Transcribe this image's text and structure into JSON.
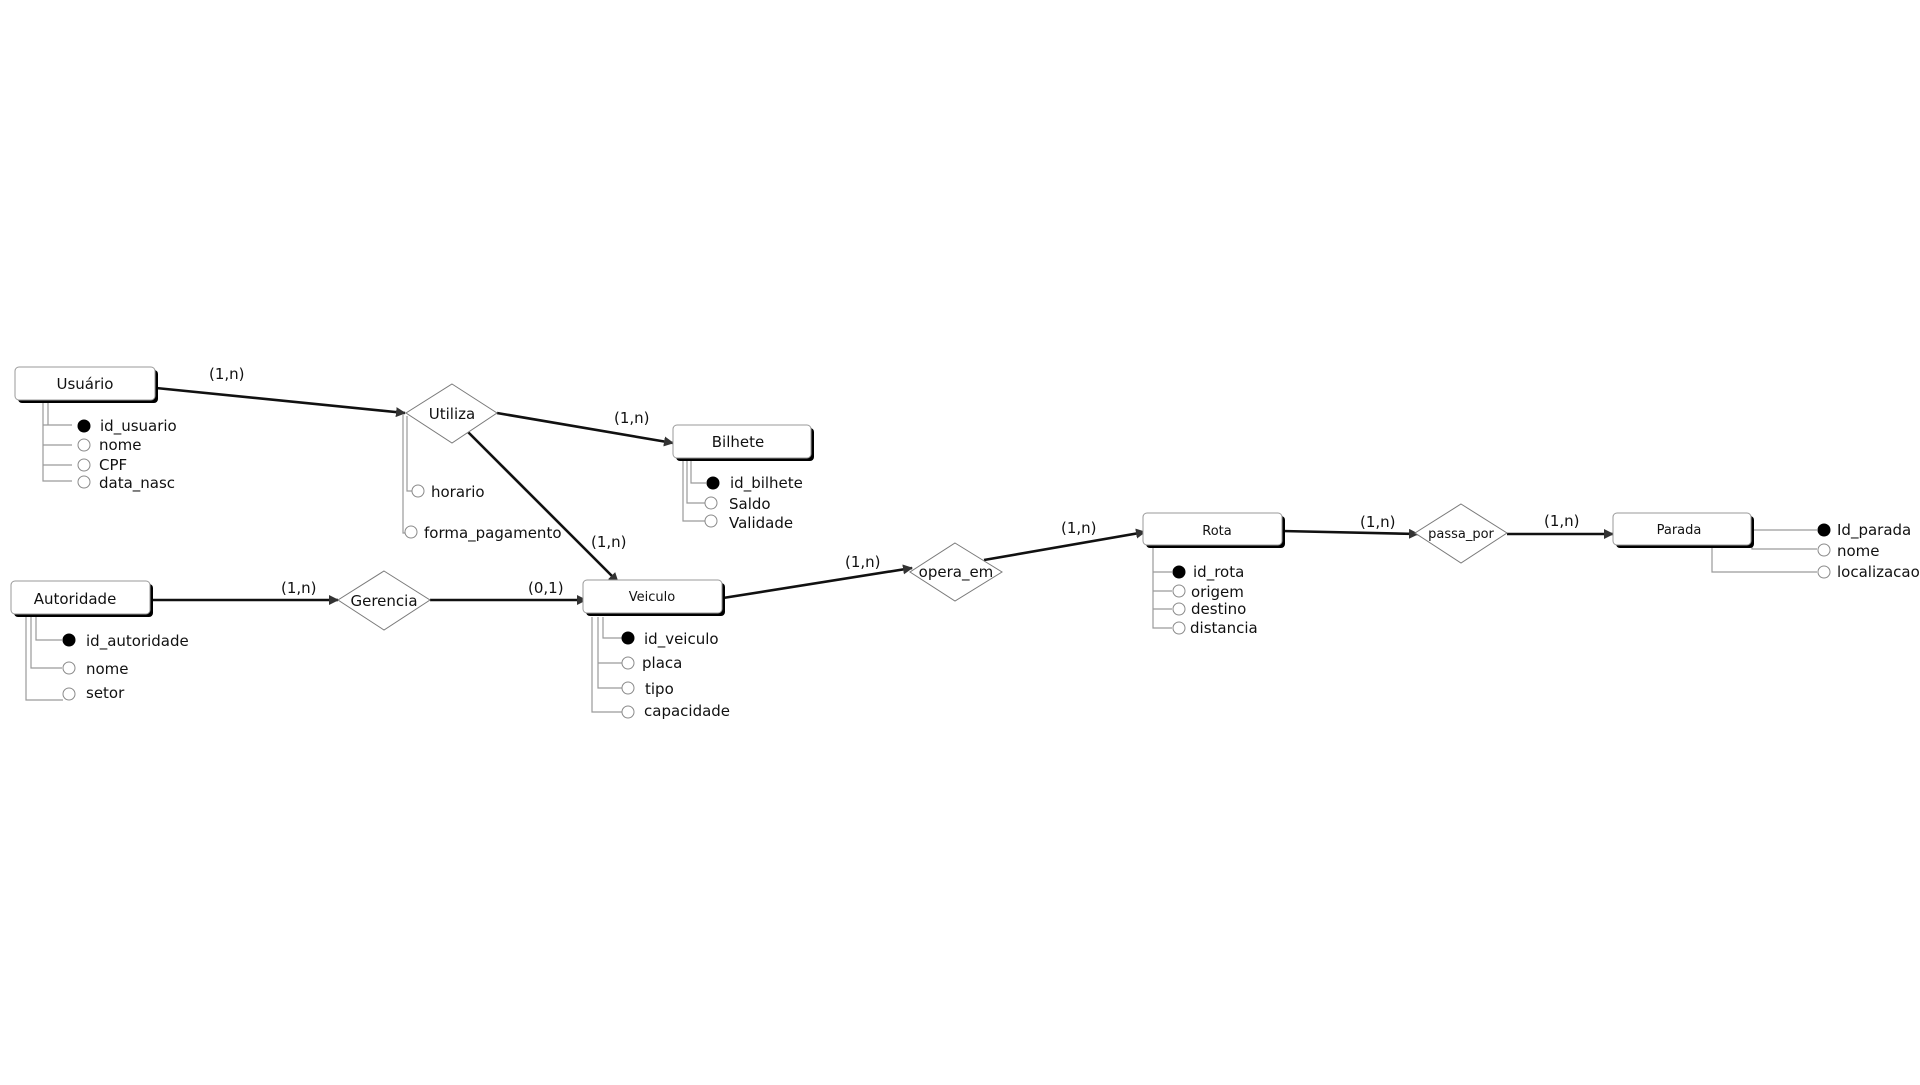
{
  "entities": {
    "usuario": "Usuário",
    "autoridade": "Autoridade",
    "bilhete": "Bilhete",
    "veiculo": "Veiculo",
    "rota": "Rota",
    "parada": "Parada"
  },
  "relationships": {
    "utiliza": "Utiliza",
    "gerencia": "Gerencia",
    "opera_em": "opera_em",
    "passa_por": "passa_por"
  },
  "attributes": {
    "usuario": [
      "id_usuario",
      "nome",
      "CPF",
      "data_nasc"
    ],
    "autoridade": [
      "id_autoridade",
      "nome",
      "setor"
    ],
    "bilhete": [
      "id_bilhete",
      "Saldo",
      "Validade"
    ],
    "veiculo": [
      "id_veiculo",
      "placa",
      "tipo",
      "capacidade"
    ],
    "rota": [
      "id_rota",
      "origem",
      "destino",
      "distancia"
    ],
    "parada": [
      "Id_parada",
      "nome",
      "localizacao"
    ],
    "utiliza": [
      "horario",
      "forma_pagamento"
    ]
  },
  "cardinalities": {
    "usuario_utiliza": "(1,n)",
    "utiliza_bilhete": "(1,n)",
    "utiliza_veiculo": "(1,n)",
    "autoridade_gerencia": "(1,n)",
    "gerencia_veiculo": "(0,1)",
    "veiculo_opera_em": "(1,n)",
    "opera_em_rota": "(1,n)",
    "rota_passa_por": "(1,n)",
    "passa_por_parada": "(1,n)"
  }
}
